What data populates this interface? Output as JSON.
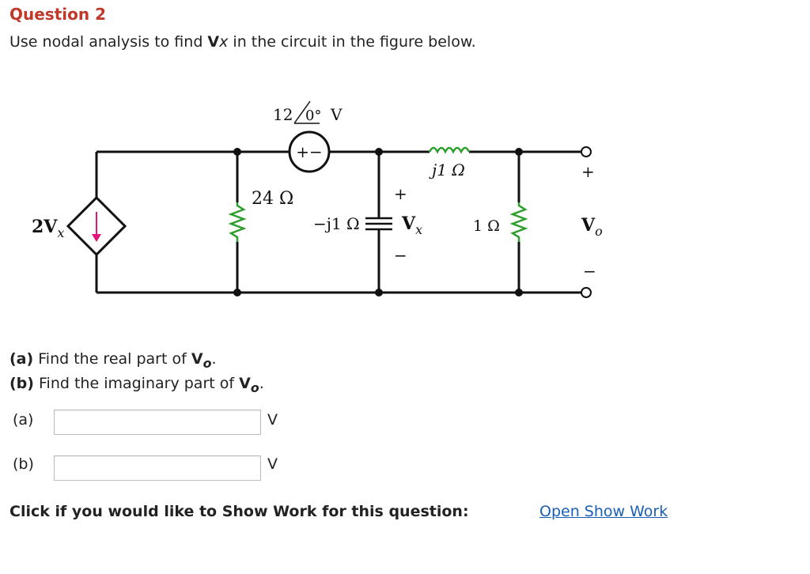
{
  "question": {
    "title": "Question 2",
    "prompt_pre": "Use nodal analysis to find ",
    "prompt_var_bold": "V",
    "prompt_var_italic": "x",
    "prompt_post": " in the circuit in the figure below."
  },
  "circuit": {
    "source_label_value": "12",
    "source_label_angle": "0°",
    "source_label_unit": "V",
    "source_polarity": "+−",
    "resistor_24_label": "24 Ω",
    "capacitor_label": "−j1 Ω",
    "inductor_label": "j1 Ω",
    "resistor_1_label": "1 Ω",
    "dep_source_coeff": "2V",
    "dep_source_sub": "x",
    "vx_label": "V",
    "vx_sub": "x",
    "vx_plus": "+",
    "vx_minus": "−",
    "vo_label": "V",
    "vo_sub": "o",
    "vo_plus": "+",
    "vo_minus": "−"
  },
  "parts": {
    "a_tag": "(a)",
    "a_text": " Find the real part of ",
    "b_tag": "(b)",
    "b_text": " Find the imaginary part of ",
    "var_bold": "V",
    "var_sub": "o",
    "period": "."
  },
  "answers": [
    {
      "label": "(a)",
      "value": "",
      "unit": "V"
    },
    {
      "label": "(b)",
      "value": "",
      "unit": "V"
    }
  ],
  "footer": {
    "show_work_text": "Click if you would like to Show Work for this question:",
    "show_work_link": "Open Show Work"
  },
  "colors": {
    "title": "#c0392b",
    "link": "#1a5fb4",
    "resistor": "#2e9e2e",
    "inductor": "#2e9e2e",
    "arrow": "#e0157a"
  }
}
